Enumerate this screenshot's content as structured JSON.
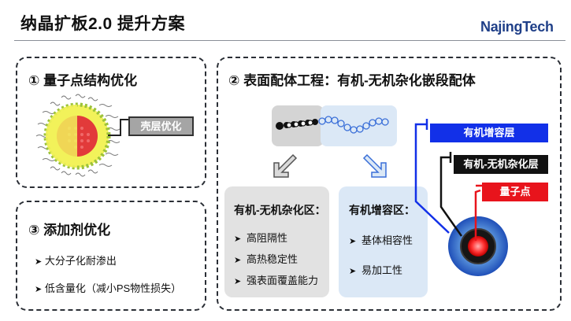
{
  "header": {
    "title": "纳晶扩板2.0 提升方案",
    "logo": "NajingTech"
  },
  "panel1": {
    "heading": "① 量子点结构优化",
    "shell_label": "壳层优化"
  },
  "panel2": {
    "heading": "② 表面配体工程：有机-无机杂化嵌段配体",
    "left_box": {
      "title": "有机-无机杂化区：",
      "items": [
        "高阻隔性",
        "高热稳定性",
        "强表面覆盖能力"
      ]
    },
    "right_box": {
      "title": "有机增容区：",
      "items": [
        "基体相容性",
        "易加工性"
      ]
    },
    "legend": {
      "organic": "有机增容层",
      "hybrid": "有机-无机杂化层",
      "qd": "量子点"
    },
    "colors": {
      "organic": "#1230e8",
      "hybrid": "#111111",
      "qd": "#e8141c"
    }
  },
  "panel3": {
    "heading": "③ 添加剂优化",
    "items": [
      "大分子化耐渗出",
      "低含量化（减小PS物性损失）"
    ]
  }
}
